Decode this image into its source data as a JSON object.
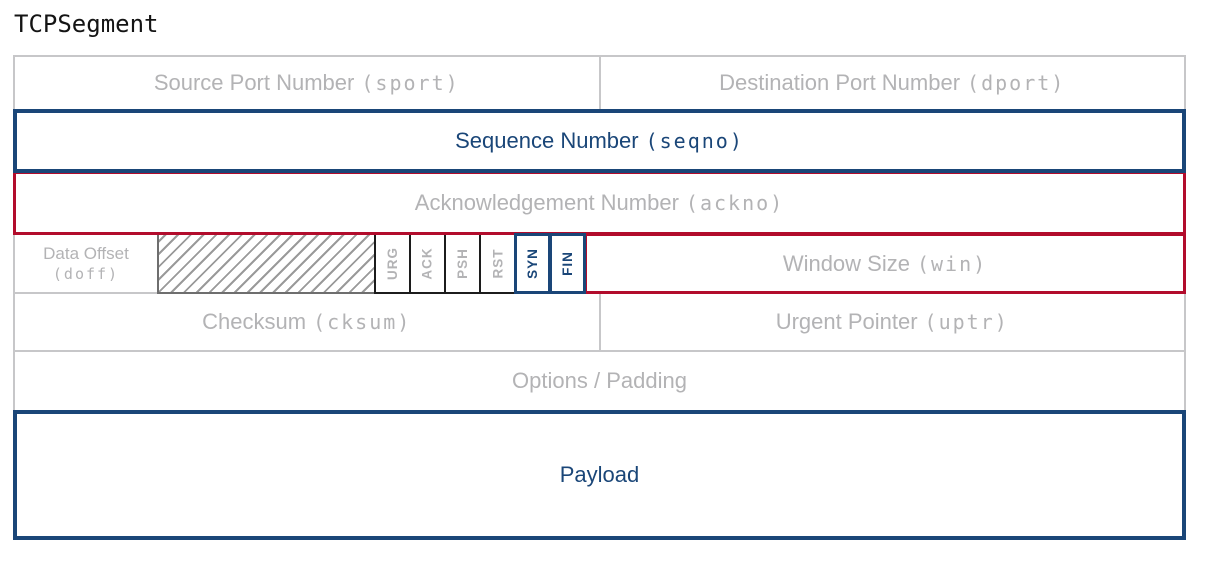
{
  "title": "TCPSegment",
  "fields": {
    "sport": {
      "label": "Source Port Number",
      "code": "(sport)"
    },
    "dport": {
      "label": "Destination Port Number",
      "code": "(dport)"
    },
    "seqno": {
      "label": "Sequence Number",
      "code": "(seqno)"
    },
    "ackno": {
      "label": "Acknowledgement Number",
      "code": "(ackno)"
    },
    "doff": {
      "label": "Data Offset",
      "code": "(doff)"
    },
    "flags": [
      "URG",
      "ACK",
      "PSH",
      "RST",
      "SYN",
      "FIN"
    ],
    "win": {
      "label": "Window Size",
      "code": "(win)"
    },
    "cksum": {
      "label": "Checksum",
      "code": "(cksum)"
    },
    "uptr": {
      "label": "Urgent Pointer",
      "code": "(uptr)"
    },
    "options": {
      "label": "Options / Padding"
    },
    "payload": {
      "label": "Payload"
    }
  },
  "colors": {
    "highlight_blue": "#1a4678",
    "highlight_red": "#b20c2c",
    "muted_text": "#b3b3b5",
    "grid_border": "#c7c7c9"
  },
  "highlights": {
    "blue_fields": [
      "seqno",
      "SYN",
      "FIN",
      "payload"
    ],
    "red_fields": [
      "ackno",
      "win"
    ]
  }
}
